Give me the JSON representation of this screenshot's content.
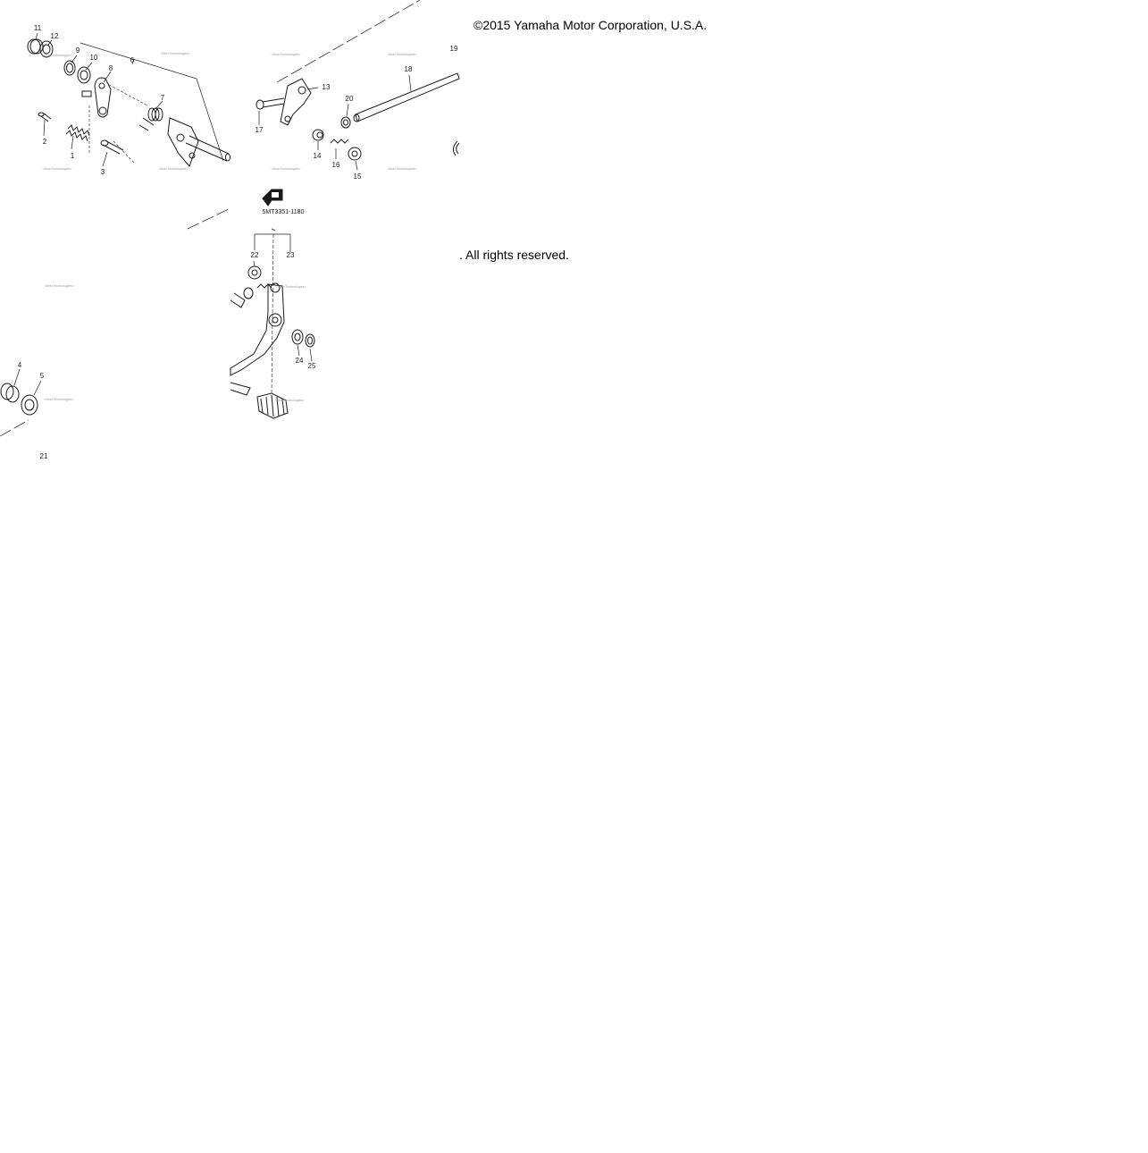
{
  "copyright": {
    "line1": "©2015 Yamaha Motor Corporation, U.S.A.",
    "line2": ". All rights reserved."
  },
  "diagram": {
    "drawing_code": "5MT3351-1180",
    "callouts": [
      "1",
      "2",
      "3",
      "4",
      "5",
      "6",
      "7",
      "8",
      "9",
      "10",
      "11",
      "12",
      "13",
      "14",
      "15",
      "16",
      "17",
      "18",
      "19",
      "20",
      "21",
      "22",
      "23",
      "24",
      "25"
    ],
    "watermark": "<Best Technologies>",
    "colors": {
      "ink": "#1a1a1a",
      "watermark": "#9a9a9a"
    }
  }
}
